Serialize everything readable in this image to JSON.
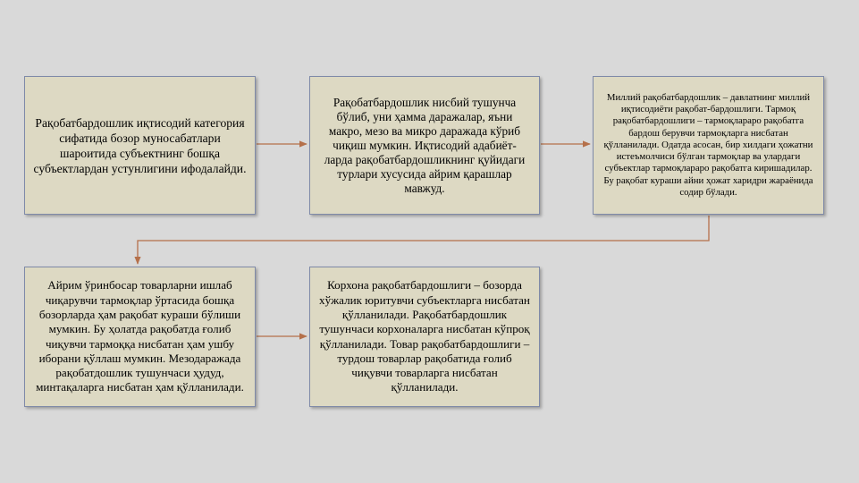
{
  "diagram": {
    "boxes": [
      {
        "id": "b1",
        "text": "Рақобатбардошлик иқтисодий категория сифатида бозор муносабатлари шароитида субъектнинг бошқа субъектлардан устунлигини ифодалайди."
      },
      {
        "id": "b2",
        "text": "Рақобатбардошлик нисбий тушунча бўлиб, уни ҳамма даражалар, яъни макро, мезо ва микро даражада кўриб чиқиш мумкин. Иқтисодий  адабиёт-ларда рақобатбардошликнинг қуйидаги турлари хусусида айрим қарашлар мавжуд."
      },
      {
        "id": "b3",
        "text": "Миллий рақобатбардошлик – давлатнинг миллий иқтисодиёти рақобат-бардошлиги. Тармоқ рақобатбардошлиги  – тармоқлараро рақобатга бардош берувчи тармоқларга нисбатан  қўлланилади. Одатда асосан, бир хилдаги ҳожатни истеъмолчиси бўлган тармоқлар ва улардаги субъектлар тармоқлараро рақобатга киришадилар. Бу рақобат кураши айни ҳожат харидри жараёнида содир бўлади."
      },
      {
        "id": "b4",
        "text": "Айрим ўринбосар товарларни ишлаб чиқарувчи тармоқлар ўртасида бошқа бозорларда ҳам рақобат кураши бўлиши мумкин. Бу ҳолатда рақобатда ғолиб чиқувчи тармоққа нисбатан ҳам ушбу иборани қўллаш мумкин. Мезодаражада рақобатдошлик тушунчаси ҳудуд, минтақаларга нисбатан ҳам қўлланилади."
      },
      {
        "id": "b5",
        "text": "Корхона рақобатбардошлиги – бозорда хўжалик юритувчи субъектларга нисбатан қўлланилади. Рақобатбардошлик тушунчаси корхоналарга нисбатан кўпроқ қўлланилади. Товар рақобатбардошлиги – турдош товарлар рақобатида ғолиб чиқувчи товарларга нисбатан қўлланилади."
      }
    ]
  },
  "colors": {
    "background": "#d9d9d9",
    "box_fill": "#ddd9c3",
    "box_border": "#7f8aa8",
    "connector": "#b5704a"
  }
}
